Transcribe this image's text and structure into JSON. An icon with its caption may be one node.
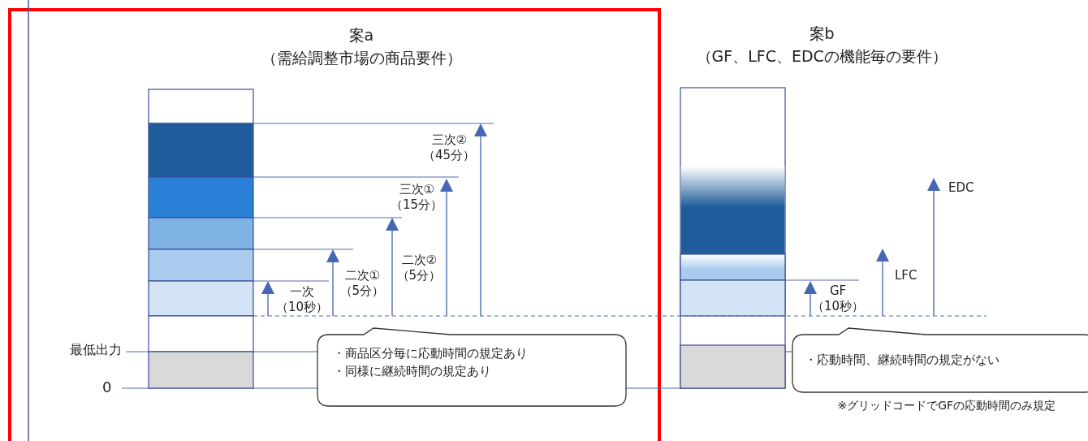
{
  "diagram": {
    "nodes": [
      {
        "text": [
          "・商品区分毎に応動時間の規定あり",
          "・同様に継続時間の規定あり"
        ]
      },
      {
        "text": [
          "・応動時間、継続時間の規定がない"
        ],
        "beside": [
          "※グリッドコードでGFの応動時間のみ規定"
        ]
      }
    ],
    "labels": [
      "案a",
      "（需給調整市場の商品要件）",
      "三次②",
      "（45分）",
      "三次①",
      "（15分）",
      "二次②",
      "（5分）",
      "二次①",
      "（5分）",
      "一次",
      "（10秒）",
      "最低出力",
      "0",
      "案b",
      "（GF、LFC、EDCの機能毎の要件）",
      "EDC",
      "LFC",
      "GF",
      "（10秒）"
    ]
  }
}
